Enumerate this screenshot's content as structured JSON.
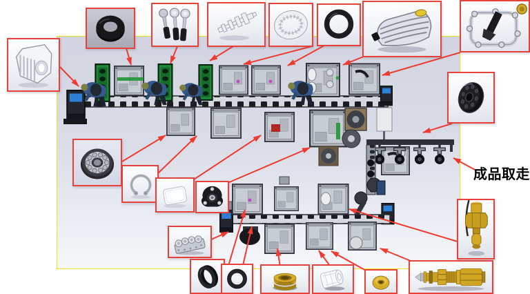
{
  "slide": {
    "type": "assembly-line-annotated-diagram",
    "annotations": {
      "finished_product_label": "成品取走"
    },
    "colors": {
      "callout_border": "#e8403a",
      "arrow": "#ee3b32",
      "canvas_border": "#f0e41c",
      "canvas_bg_top": "#d2d5e1",
      "canvas_bg_bottom": "#f6f7fa",
      "green_panel": "#1f8c3a",
      "machine_gray": "#b5b9c1",
      "conveyor_slot": "#1a1c21",
      "brass": "#d2a825",
      "control_screen": "#2f7fd6"
    },
    "parts": [
      {
        "id": "crankcase",
        "icon": "crankcase-housing-icon"
      },
      {
        "id": "large-seal-ring",
        "icon": "tire-seal-icon"
      },
      {
        "id": "connecting-rods",
        "icon": "connecting-rods-icon"
      },
      {
        "id": "crankshaft",
        "icon": "crankshaft-icon"
      },
      {
        "id": "needle-bearing-cage",
        "icon": "needle-bearing-icon"
      },
      {
        "id": "o-ring",
        "icon": "o-ring-icon"
      },
      {
        "id": "cylinder-head-cover",
        "icon": "head-cover-icon"
      },
      {
        "id": "gasket-frame",
        "icon": "gasket-frame-icon"
      },
      {
        "id": "pulley",
        "icon": "pulley-icon"
      },
      {
        "id": "ball-bearing",
        "icon": "ball-bearing-icon"
      },
      {
        "id": "snap-ring",
        "icon": "snap-ring-icon"
      },
      {
        "id": "cover-plate",
        "icon": "plate-icon"
      },
      {
        "id": "flange",
        "icon": "flange-icon"
      },
      {
        "id": "valve-plate",
        "icon": "valve-plate-icon"
      },
      {
        "id": "tilted-seal-ring",
        "icon": "tilted-ring-icon"
      },
      {
        "id": "flat-washer-ring",
        "icon": "flat-ring-icon"
      },
      {
        "id": "brass-seal-assembly",
        "icon": "brass-seal-icon"
      },
      {
        "id": "piston-body",
        "icon": "piston-wireframe-icon"
      },
      {
        "id": "brass-grommet",
        "icon": "gold-grommet-icon"
      },
      {
        "id": "brass-valve-assembly",
        "icon": "brass-valve-icon"
      },
      {
        "id": "brass-fitting",
        "icon": "brass-fitting-icon"
      }
    ]
  }
}
